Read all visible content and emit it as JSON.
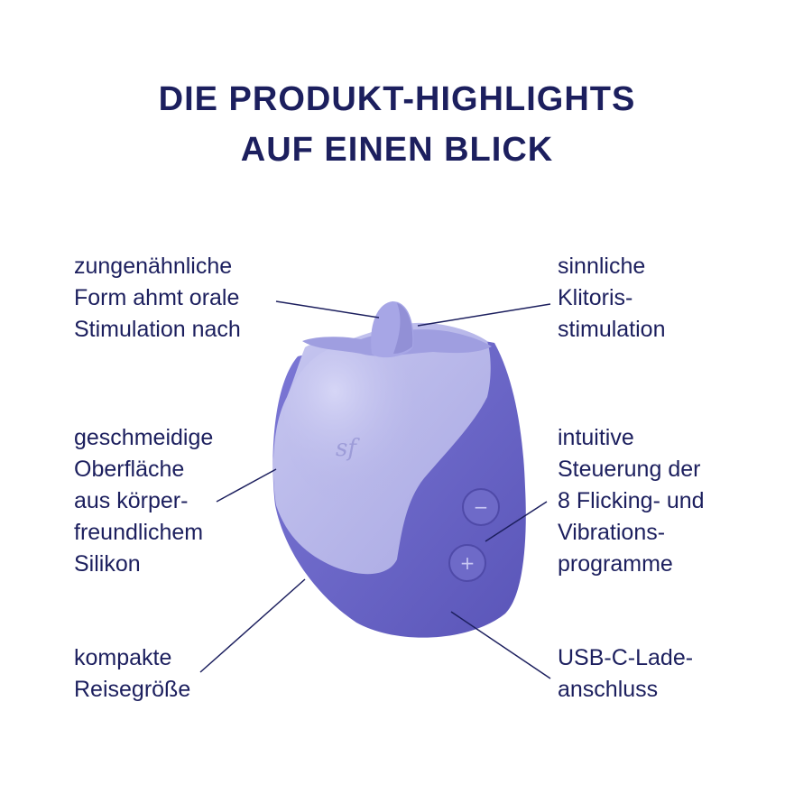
{
  "heading": {
    "line1": "DIE PRODUKT-HIGHLIGHTS",
    "line2": "AUF EINEN BLICK"
  },
  "callouts": {
    "tongue_shape": [
      "zungenähnliche",
      "Form ahmt orale",
      "Stimulation nach"
    ],
    "clitoral": [
      "sinnliche",
      "Klitoris-",
      "stimulation"
    ],
    "surface": [
      "geschmeidige",
      "Oberfläche",
      "aus körper-",
      "freundlichem",
      "Silikon"
    ],
    "controls": [
      "intuitive",
      "Steuerung der",
      "8 Flicking- und",
      "Vibrations-",
      "programme"
    ],
    "size": [
      "kompakte",
      "Reisegröße"
    ],
    "charging": [
      "USB-C-Lade-",
      "anschluss"
    ]
  },
  "product": {
    "logo": "sf",
    "minus_symbol": "−",
    "plus_symbol": "+"
  },
  "colors": {
    "text": "#1c1f5e",
    "device_light": "#b9b9ea",
    "device_dark": "#6e6ac8",
    "leader_line": "#1c1f5e"
  }
}
